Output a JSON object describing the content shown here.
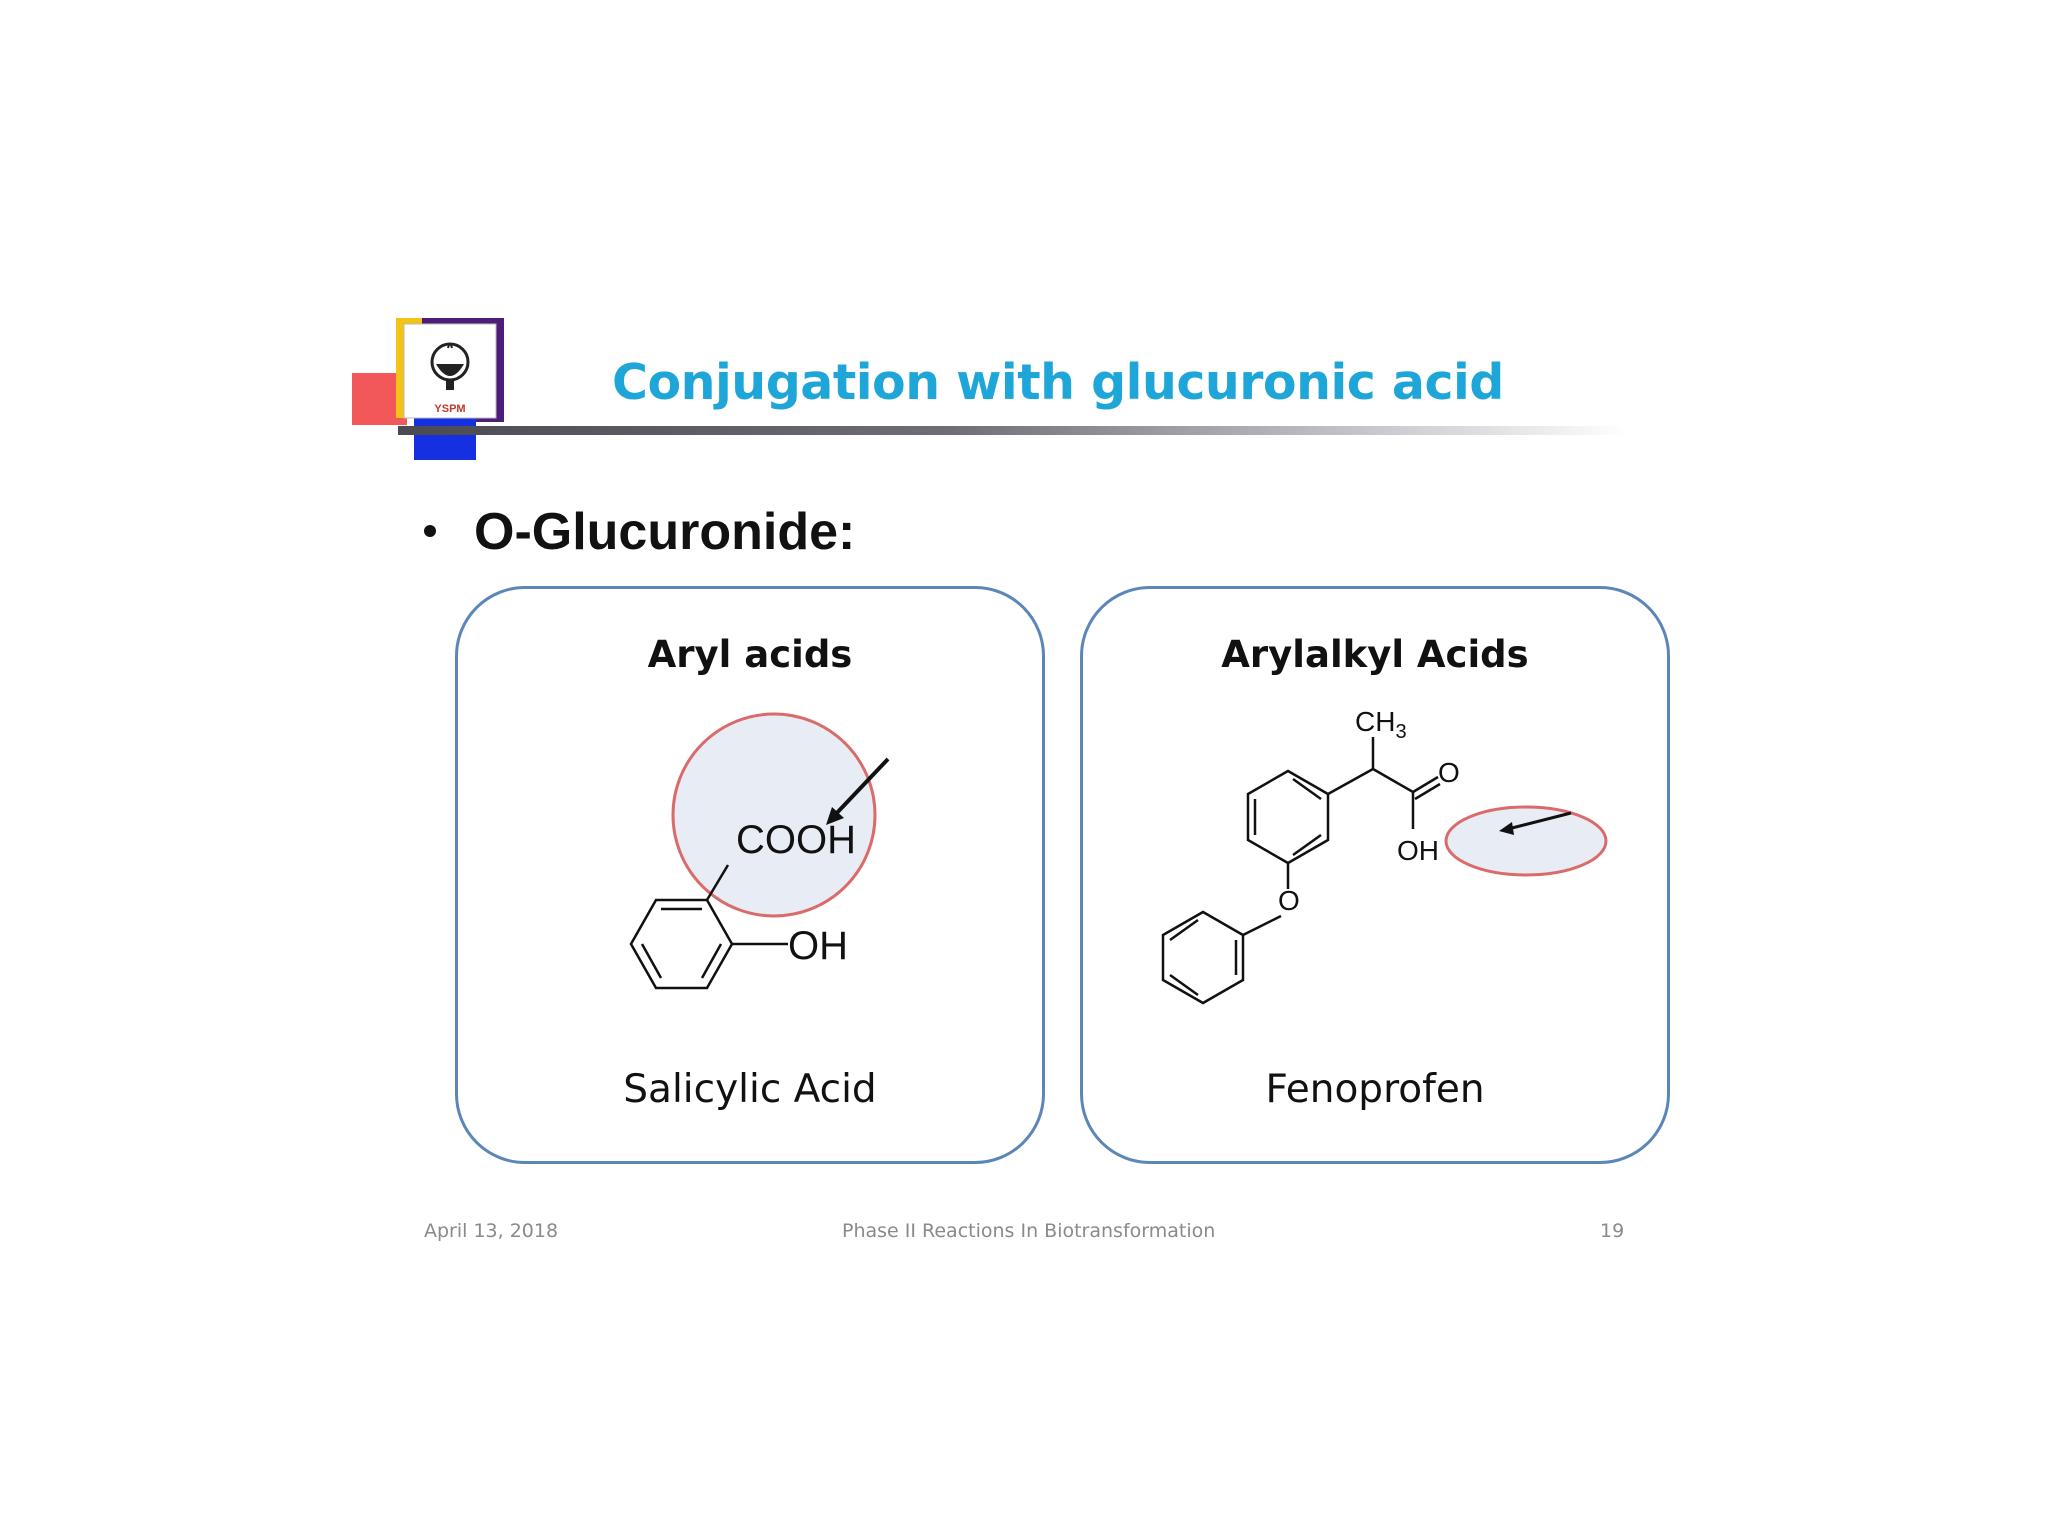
{
  "slide": {
    "title": "Conjugation with glucuronic acid",
    "title_color": "#1fa6d8",
    "bullet": "O-Glucuronide:"
  },
  "logo": {
    "text": "YSPM",
    "icon": "lamp-emblem-icon"
  },
  "panels": [
    {
      "heading": "Aryl acids",
      "compound": "Salicylic Acid",
      "labels": {
        "group": "COOH",
        "substituent": "OH"
      }
    },
    {
      "heading": "Arylalkyl Acids",
      "compound": "Fenoprofen",
      "labels": {
        "methyl": "CH",
        "methyl_sub": "3",
        "carbonyl": "O",
        "hydroxyl": "OH",
        "ether": "O"
      }
    }
  ],
  "footer": {
    "date": "April 13, 2018",
    "center": "Phase II Reactions In Biotransformation",
    "page": "19"
  },
  "colors": {
    "panel_border": "#5b86b8",
    "highlight_border": "#d96b6b",
    "highlight_fill": "#e8ecf4"
  }
}
